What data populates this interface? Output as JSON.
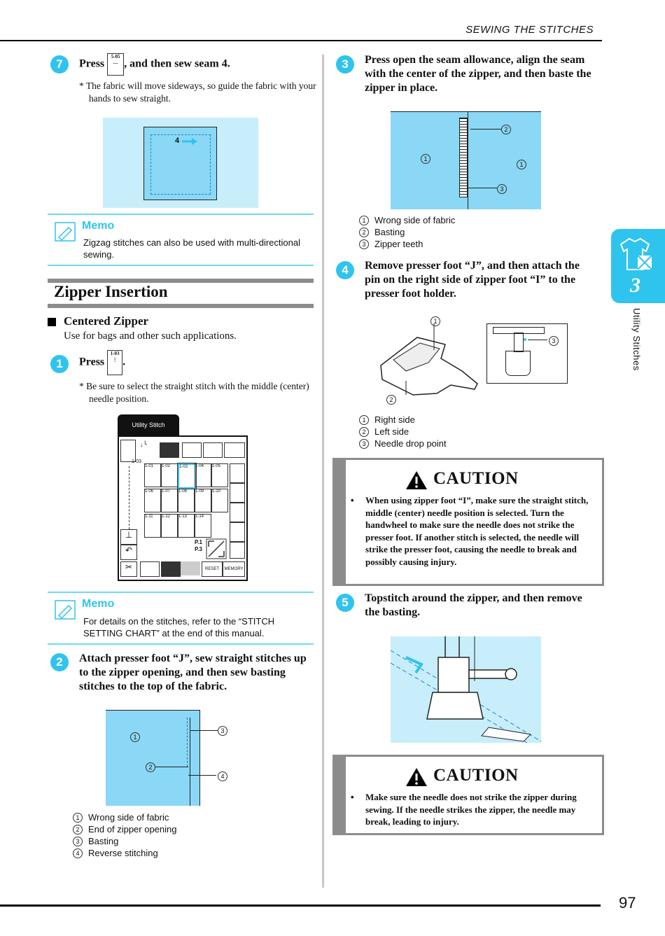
{
  "header": {
    "title": "SEWING THE STITCHES"
  },
  "page_number": "97",
  "side_tab": {
    "chapter": "3",
    "label": "Utility Stitches",
    "icon": "shirt-quilt-icon"
  },
  "colors": {
    "accent": "#2fc4ee",
    "fabric": "#8ad8f5",
    "caution_border": "#8c8c8c"
  },
  "left": {
    "step7": {
      "num": "7",
      "text_before": "Press",
      "text_after": ", and then sew seam 4.",
      "key": "5-05",
      "note": "*  The fabric will move sideways, so guide the fabric with your hands to sew straight.",
      "figure_label": "4"
    },
    "memo1": {
      "title": "Memo",
      "text": "Zigzag stitches can also be used with multi-directional sewing."
    },
    "section": {
      "title": "Zipper Insertion",
      "sub": "Centered Zipper",
      "sub_text": "Use for bags and other such applications."
    },
    "step1": {
      "num": "1",
      "text_before": "Press",
      "text_after": ".",
      "key": "1-03",
      "note": "*  Be sure to select the straight stitch with the middle (center) needle position."
    },
    "screen": {
      "tab": "Utility Stitch",
      "row1": [
        "1-01",
        "1-02",
        "1-03",
        "1-04",
        "1-05"
      ],
      "row2": [
        "1-06",
        "1-07",
        "1-08",
        "1-09",
        "1-10"
      ],
      "row3": [
        "1-11",
        "1-12",
        "1-13",
        "1-14"
      ],
      "page1": "P.1",
      "page2": "P.3",
      "reset": "RESET",
      "memory": "MEMORY"
    },
    "memo2": {
      "title": "Memo",
      "text": "For details on the stitches, refer to the “STITCH SETTING CHART” at the end of this manual."
    },
    "step2": {
      "num": "2",
      "text": "Attach presser foot “J”, sew straight stitches up to the zipper opening, and then sew basting stitches to the top of the fabric."
    },
    "fig2_labels": [
      "1",
      "2",
      "3",
      "4"
    ],
    "legend2": [
      "Wrong side of fabric",
      "End of zipper opening",
      "Basting",
      "Reverse stitching"
    ]
  },
  "right": {
    "step3": {
      "num": "3",
      "text": "Press open the seam allowance, align the seam with the center of the zipper, and then baste the zipper in place."
    },
    "fig3_labels": [
      "1",
      "1",
      "2",
      "3"
    ],
    "legend3": [
      "Wrong side of fabric",
      "Basting",
      "Zipper teeth"
    ],
    "step4": {
      "num": "4",
      "text": "Remove presser foot “J”, and then attach the pin on the right side of zipper foot “I” to the presser foot holder."
    },
    "fig4_labels": [
      "1",
      "2",
      "3"
    ],
    "legend4": [
      "Right side",
      "Left side",
      "Needle drop point"
    ],
    "caution1": {
      "title": "CAUTION",
      "text": "When using zipper foot “I”, make sure the straight stitch, middle (center) needle position is selected. Turn the handwheel to make sure the needle does not strike the presser foot. If another stitch is selected, the needle will strike the presser foot, causing the needle to break and possibly causing injury."
    },
    "step5": {
      "num": "5",
      "text": "Topstitch around the zipper, and then remove the basting."
    },
    "caution2": {
      "title": "CAUTION",
      "text": "Make sure the needle does not strike the zipper during sewing. If the needle strikes the zipper, the needle may break, leading to injury."
    }
  }
}
